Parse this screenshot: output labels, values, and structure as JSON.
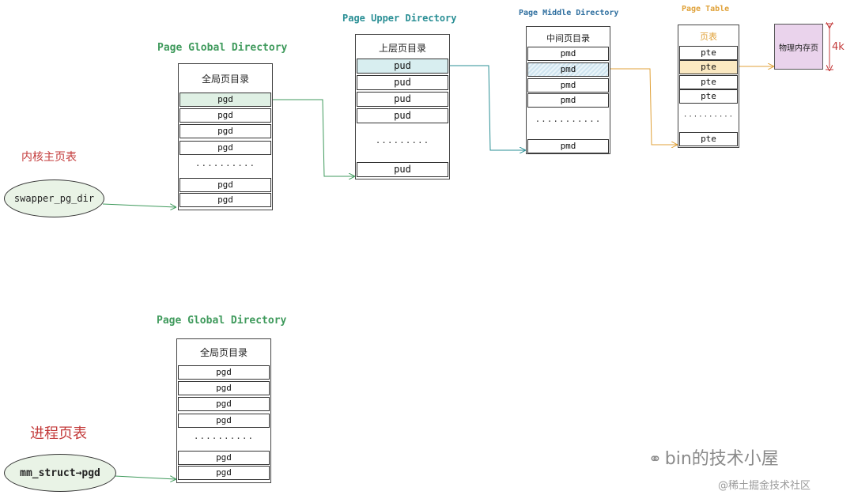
{
  "kernel": {
    "label": "内核主页表",
    "ellipse": "swapper_pg_dir"
  },
  "process": {
    "label": "进程页表",
    "ellipse": "mm_struct→pgd"
  },
  "pgd_top": {
    "title": "Page Global Directory",
    "header": "全局页目录",
    "entry": "pgd",
    "dots": "··········"
  },
  "pud": {
    "title": "Page Upper Directory",
    "header": "上层页目录",
    "entry": "pud",
    "dots": "·········"
  },
  "pmd": {
    "title": "Page Middle Directory",
    "header": "中间页目录",
    "entry": "pmd",
    "dots": "···········"
  },
  "pte": {
    "title": "Page Table",
    "header": "页表",
    "entry": "pte",
    "dots": "··········"
  },
  "pgd_bottom": {
    "title": "Page Global Directory",
    "header": "全局页目录",
    "entry": "pgd",
    "dots": "··········"
  },
  "physical_page": {
    "label": "物理内存页",
    "size": "4k"
  },
  "watermark": {
    "main": "bin的技术小屋",
    "sub": "@稀土掘金技术社区"
  },
  "colors": {
    "green": "#3f9a5c",
    "teal": "#2a8f95",
    "blue": "#2f6f9f",
    "orange": "#e0a23a",
    "red": "#c33a3a"
  }
}
